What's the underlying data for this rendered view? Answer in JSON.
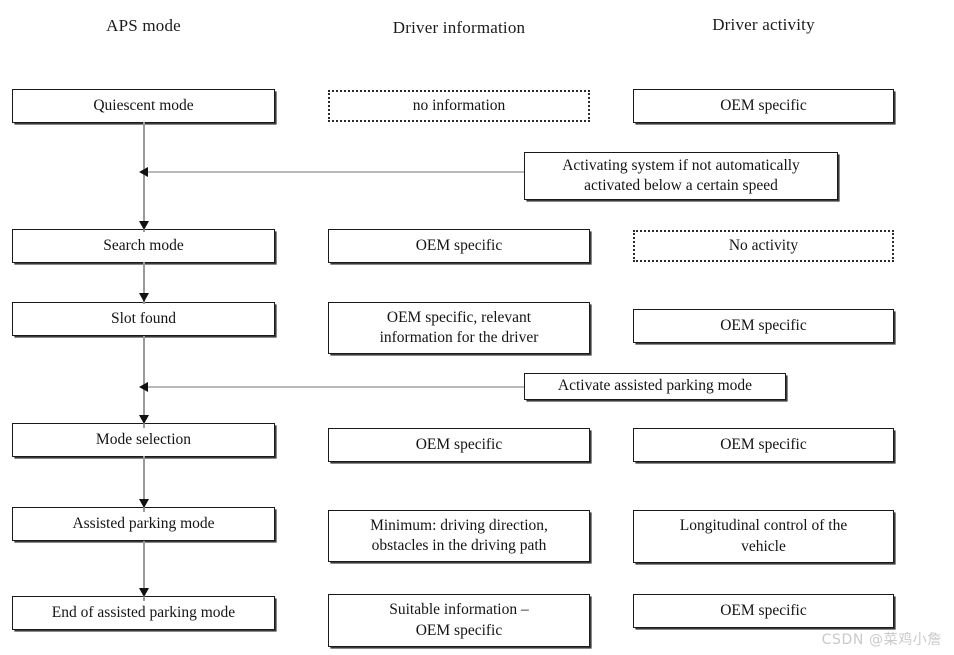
{
  "diagram": {
    "title_columns": [
      {
        "id": "aps-mode",
        "label": "APS mode"
      },
      {
        "id": "driver-information",
        "label": "Driver information"
      },
      {
        "id": "driver-activity",
        "label": "Driver activity"
      }
    ],
    "colors": {
      "box_border": "#1a1a1a",
      "box_fill": "#ffffff",
      "connector": "#9b9b9b",
      "arrowhead": "#111111",
      "text": "#141414",
      "watermark": "#c9c9c9"
    },
    "rows": [
      {
        "id": "quiescent",
        "aps_mode": "Quiescent mode",
        "driver_information": "no information",
        "driver_information_style": "dotted",
        "driver_activity": "OEM specific",
        "driver_activity_style": "solid"
      },
      {
        "id": "search",
        "aps_mode": "Search mode",
        "driver_information": "OEM specific",
        "driver_information_style": "solid",
        "driver_activity": "No activity",
        "driver_activity_style": "dotted"
      },
      {
        "id": "slot-found",
        "aps_mode": "Slot found",
        "driver_information": "OEM specific, relevant\ninformation for the driver",
        "driver_information_style": "solid",
        "driver_activity": "OEM specific",
        "driver_activity_style": "solid"
      },
      {
        "id": "mode-selection",
        "aps_mode": "Mode selection",
        "driver_information": "OEM specific",
        "driver_information_style": "solid",
        "driver_activity": "OEM specific",
        "driver_activity_style": "solid"
      },
      {
        "id": "assisted-parking",
        "aps_mode": "Assisted parking mode",
        "driver_information": "Minimum: driving direction,\nobstacles in the driving path",
        "driver_information_style": "solid",
        "driver_activity": "Longitudinal control of the\nvehicle",
        "driver_activity_style": "solid"
      },
      {
        "id": "end-assisted-parking",
        "aps_mode": "End of assisted parking mode",
        "driver_information": "Suitable information –\nOEM specific",
        "driver_information_style": "solid",
        "driver_activity": "OEM specific",
        "driver_activity_style": "solid"
      }
    ],
    "annotations": [
      {
        "id": "activating-system",
        "label": "Activating system if not automatically\nactivated below a certain speed"
      },
      {
        "id": "activate-assisted-parking",
        "label": "Activate assisted parking mode"
      }
    ],
    "watermark": "CSDN @菜鸡小詹"
  }
}
